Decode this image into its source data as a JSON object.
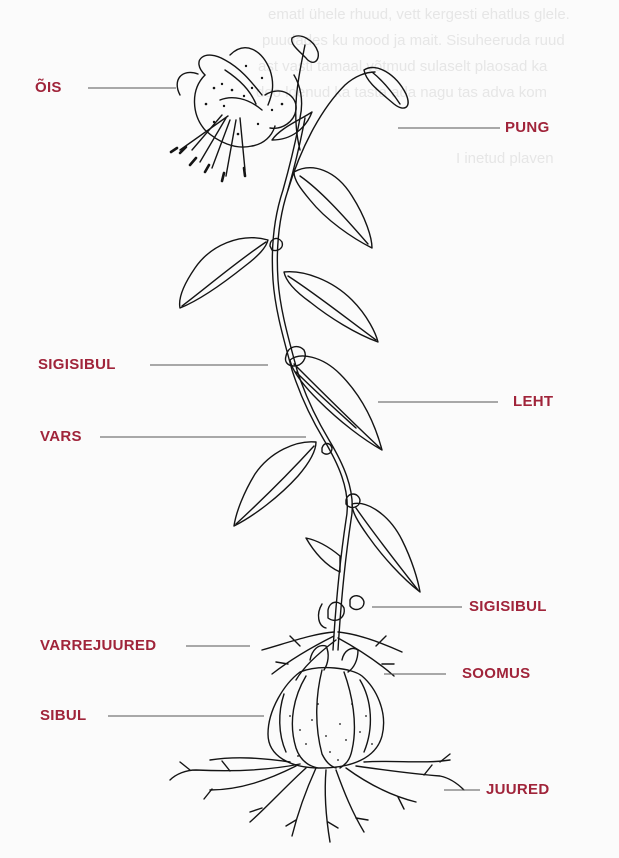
{
  "colors": {
    "label": "#a0243a",
    "ink": "#141414",
    "leader": "#555555",
    "background": "#fbfbfb",
    "faded_text": "#e6e6e6"
  },
  "background_text": {
    "lines": [
      "ematl ühele rhuud, vett kergesti ehatlus glele.",
      "puudades ku mood ja mait. Sisuheeruda ruud",
      "ast vasti tamaal võtmud sulaselt plaosad ka",
      "deo loenud ka tasta ada nagu tas adva kom",
      "I inetud plaven"
    ]
  },
  "labels": {
    "ois": "ÕIS",
    "pung": "PUNG",
    "sigisibul_top": "SIGISIBUL",
    "leht": "LEHT",
    "vars": "VARS",
    "sigisibul_bottom": "SIGISIBUL",
    "varrejuured": "VARREJUURED",
    "soomus": "SOOMUS",
    "sibul": "SIBUL",
    "juured": "JUURED"
  }
}
